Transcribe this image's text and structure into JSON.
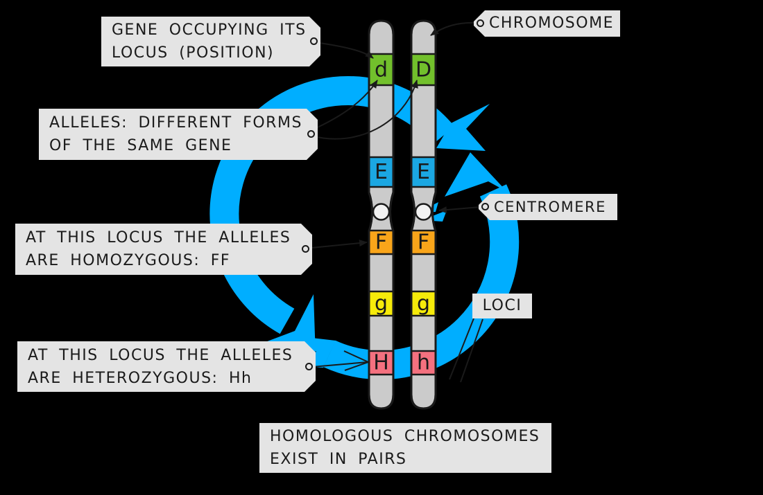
{
  "colors": {
    "background": "#000000",
    "label_bg": "#E4E4E4",
    "label_text": "#1A1A1A",
    "outline": "#1A1A1A",
    "chromosome_body": "#CBCBCB",
    "centromere_fill": "#F2F2F2",
    "arrow_blue": "#00AEFF",
    "band_d": "#72C02C",
    "band_e": "#1BA7E2",
    "band_f": "#F9A51A",
    "band_g": "#F6EB0A",
    "band_h": "#F4717F"
  },
  "labels": {
    "gene": {
      "lines": [
        "GENE OCCUPYING ITS",
        "LOCUS (POSITION)"
      ]
    },
    "alleles": {
      "lines": [
        "ALLELES: DIFFERENT FORMS",
        "OF THE SAME GENE"
      ]
    },
    "homozygous": {
      "lines": [
        "AT THIS LOCUS THE ALLELES",
        "ARE HOMOZYGOUS: FF"
      ]
    },
    "heterozygous": {
      "lines": [
        "AT THIS LOCUS THE ALLELES",
        "ARE HETEROZYGOUS: Hh"
      ]
    },
    "chromosome": {
      "text": "CHROMOSOME"
    },
    "centromere": {
      "text": "CENTROMERE"
    },
    "loci": {
      "text": "LOCI"
    },
    "homologous": {
      "lines": [
        "HOMOLOGOUS CHROMOSOMES",
        "EXIST IN PAIRS"
      ]
    }
  },
  "chromosomes": {
    "left": {
      "alleles": [
        "d",
        "E",
        "F",
        "g",
        "H"
      ]
    },
    "right": {
      "alleles": [
        "D",
        "E",
        "F",
        "g",
        "h"
      ]
    }
  }
}
